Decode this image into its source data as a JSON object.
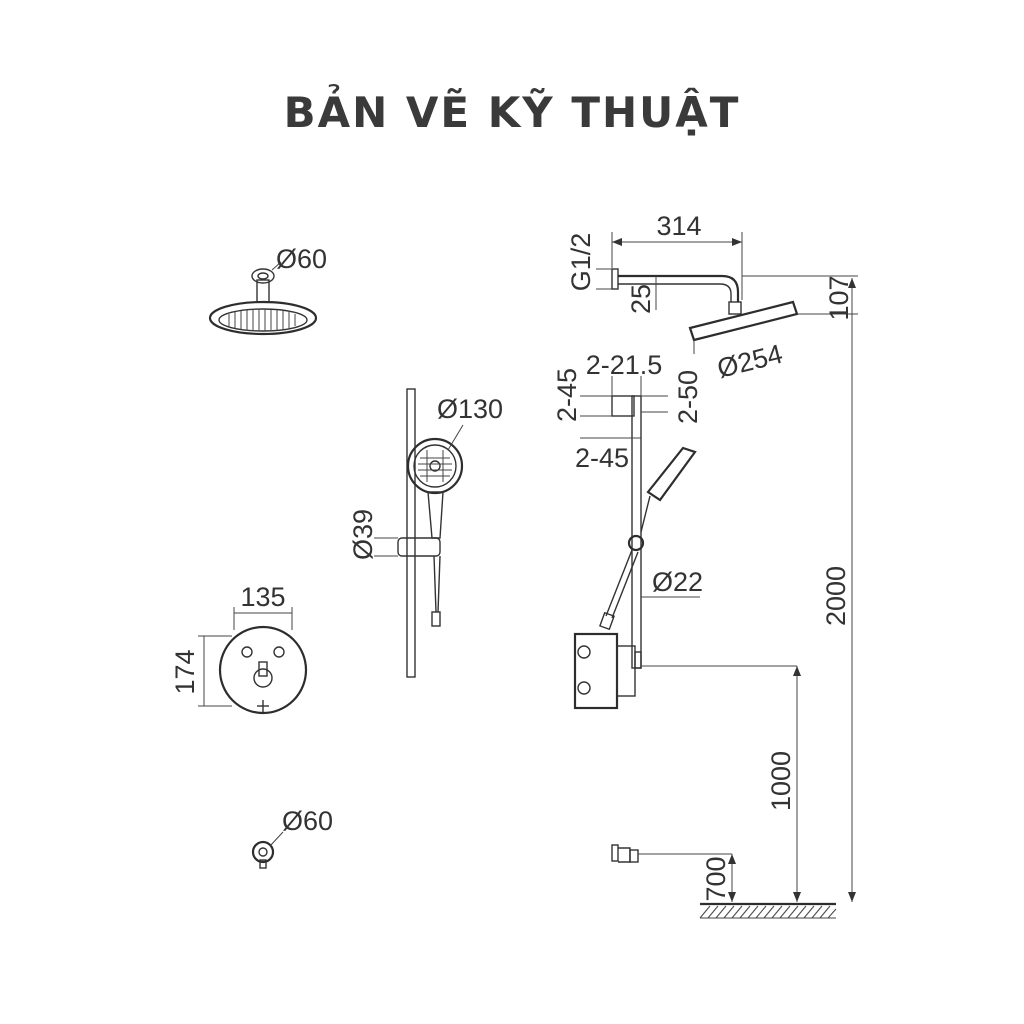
{
  "title": "BẢN VẼ KỸ THUẬT",
  "dimensions": {
    "head_arm_flange_dia": "Ø60",
    "head_arm_length": "314",
    "head_thread": "G1/2",
    "head_arm_drop": "25",
    "head_height": "107",
    "head_dia": "Ø254",
    "bracket_spacing": "2-21.5",
    "bracket_height": "2-45",
    "bracket_depth": "2-50",
    "bracket_width": "2-45",
    "hand_shower_dia": "Ø130",
    "slider_holder_dia": "Ø39",
    "rail_dia": "Ø22",
    "plate_width": "135",
    "plate_height": "174",
    "outlet_flange_dia": "Ø60",
    "total_height": "2000",
    "valve_height": "1000",
    "outlet_height": "700"
  }
}
